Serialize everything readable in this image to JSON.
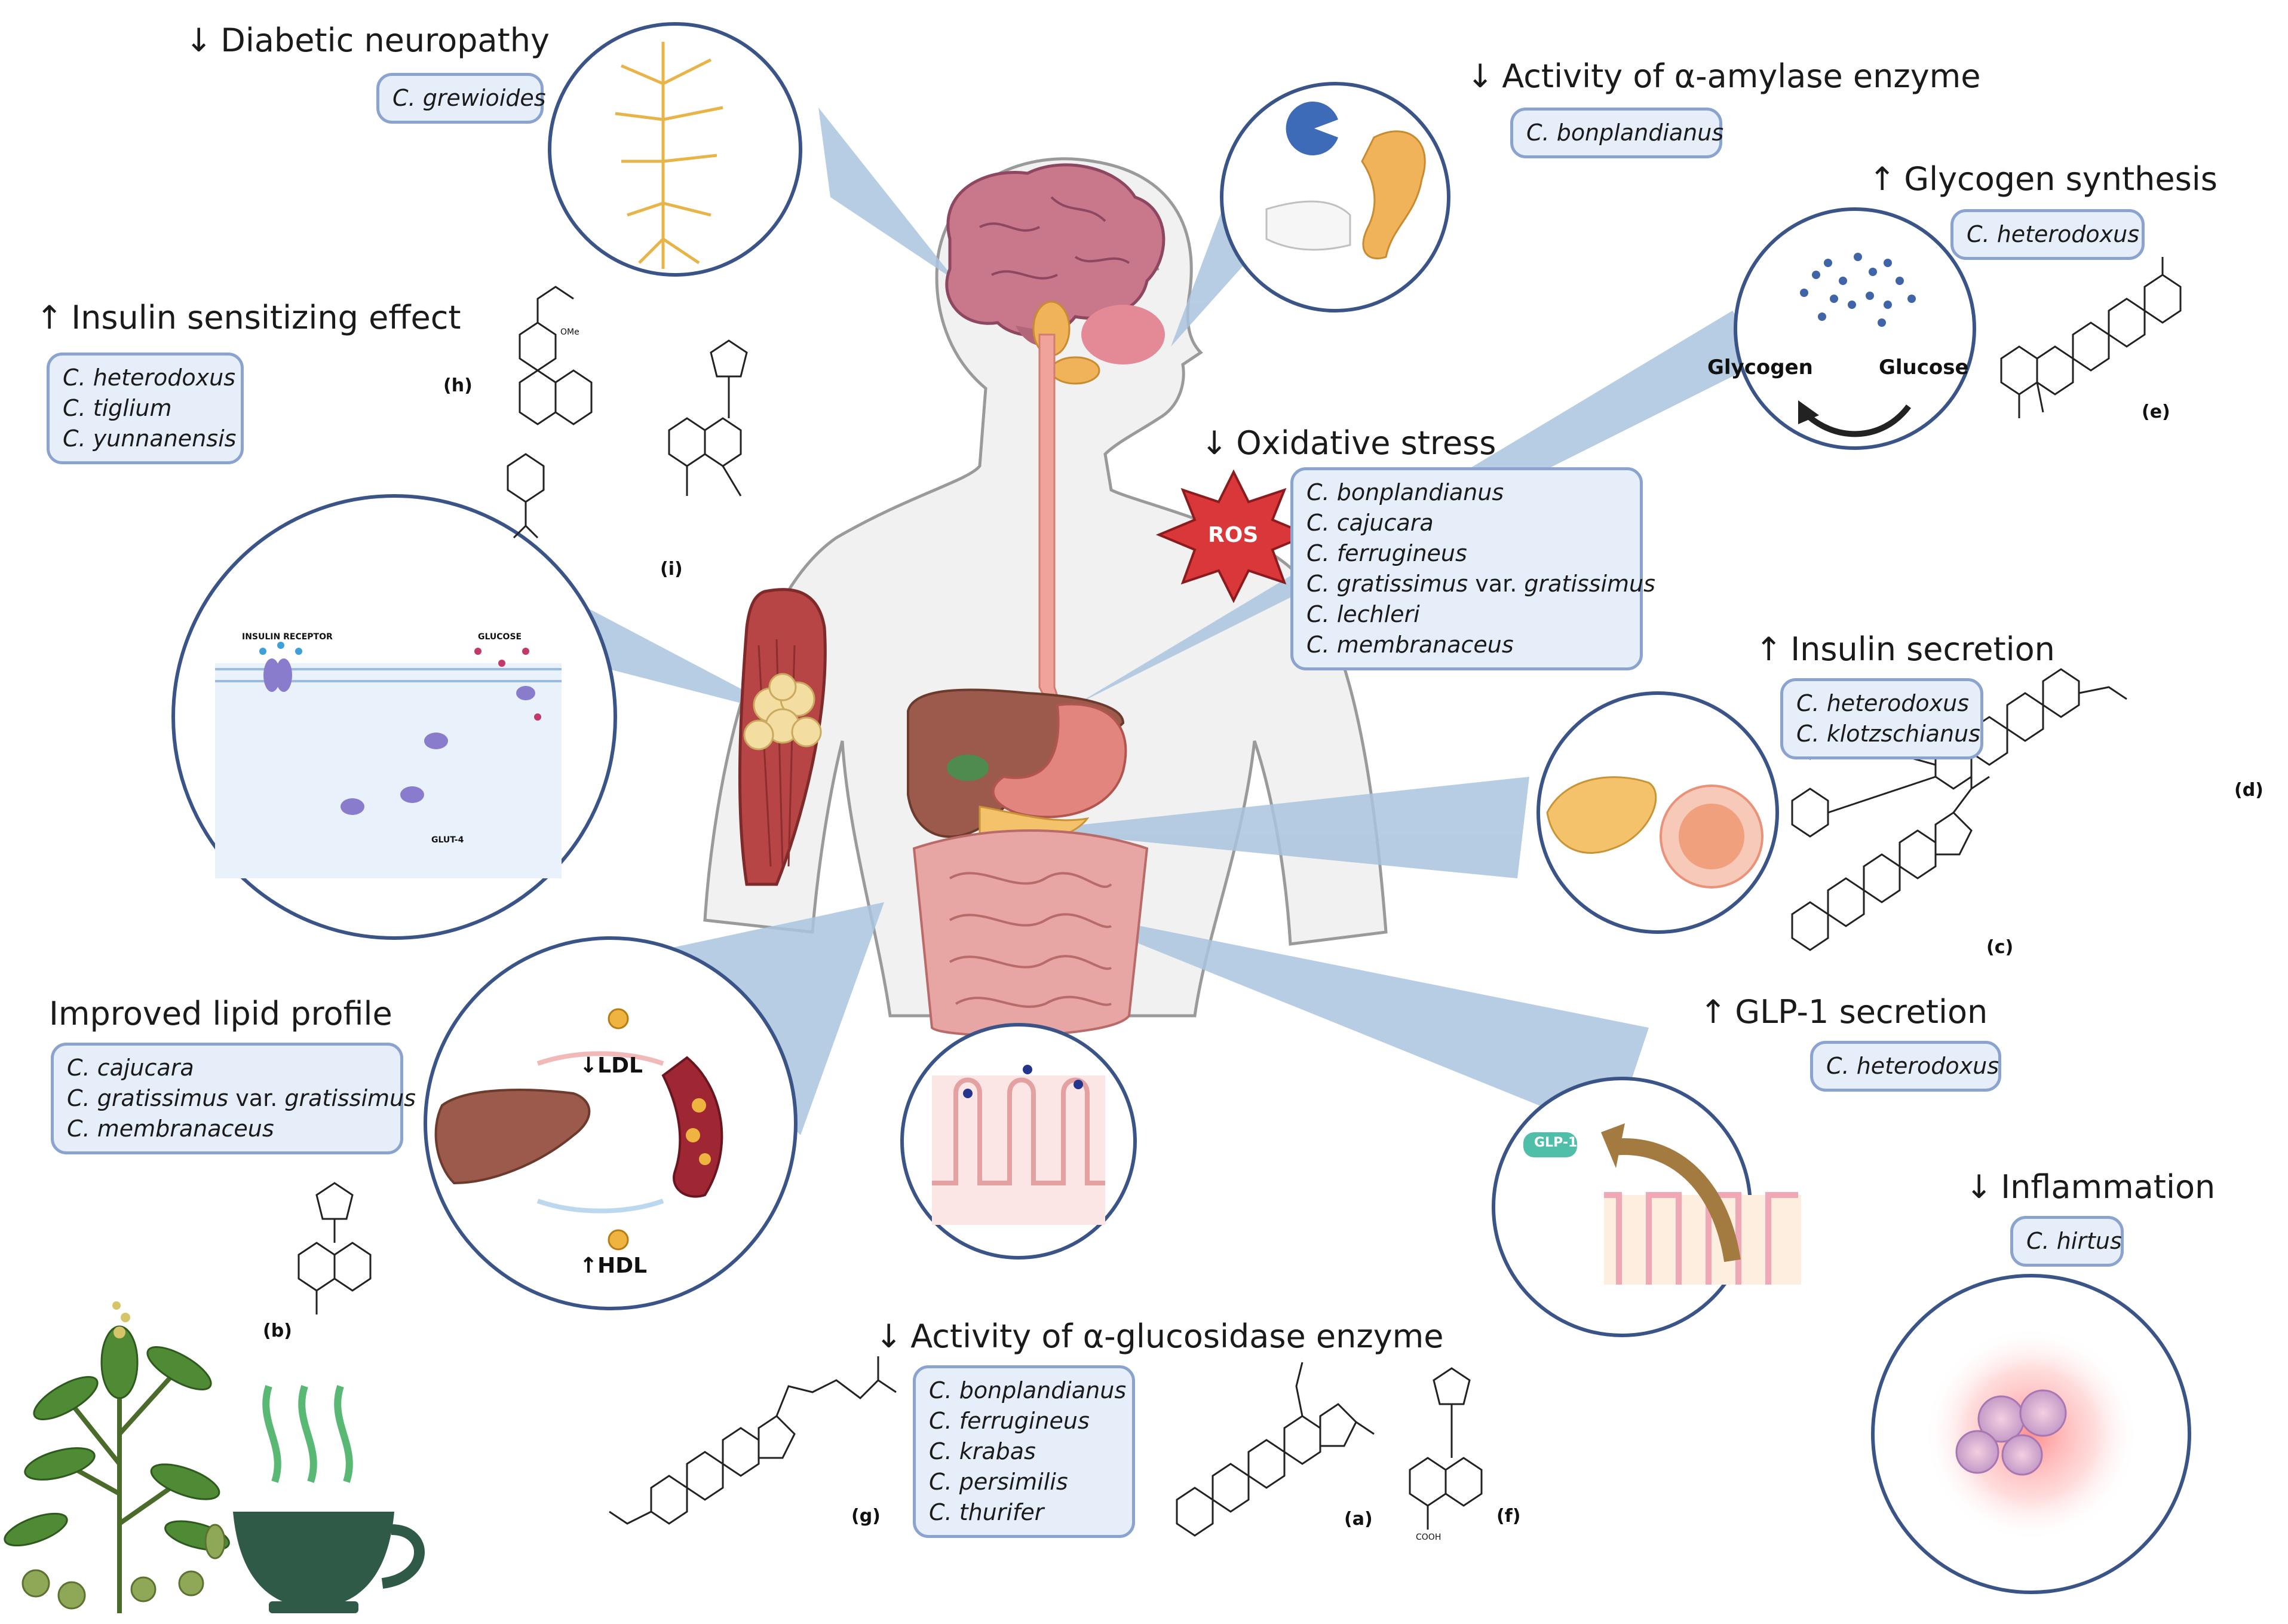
{
  "effects": {
    "diabetic_neuropathy": {
      "arrow": "↓",
      "label": "Diabetic neuropathy",
      "species": [
        "C. grewioides"
      ]
    },
    "alpha_amylase": {
      "arrow": "↓",
      "label": "Activity of α-amylase enzyme",
      "species": [
        "C. bonplandianus"
      ]
    },
    "glycogen_synthesis": {
      "arrow": "↑",
      "label": "Glycogen synthesis",
      "species": [
        "C. heterodoxus"
      ]
    },
    "insulin_sensitizing": {
      "arrow": "↑",
      "label": "Insulin sensitizing effect",
      "species": [
        "C. heterodoxus",
        "C. tiglium",
        "C. yunnanensis"
      ]
    },
    "oxidative_stress": {
      "arrow": "↓",
      "label": "Oxidative stress",
      "species": [
        "C. bonplandianus",
        "C. cajucara",
        "C. ferrugineus",
        "C. gratissimus",
        "C. lechleri",
        "C. membranaceus"
      ],
      "variety_suffix": {
        "sep": " var. ",
        "name": "gratissimus"
      }
    },
    "insulin_secretion": {
      "arrow": "↑",
      "label": "Insulin secretion",
      "species": [
        "C. heterodoxus",
        "C. klotzschianus"
      ]
    },
    "lipid_profile": {
      "arrow": "",
      "label": "Improved lipid profile",
      "species": [
        "C. cajucara",
        "C. gratissimus",
        "C. membranaceus"
      ],
      "variety_suffix": {
        "sep": " var. ",
        "name": "gratissimus"
      }
    },
    "glp1_secretion": {
      "arrow": "↑",
      "label": "GLP-1 secretion",
      "species": [
        "C. heterodoxus"
      ]
    },
    "inflammation": {
      "arrow": "↓",
      "label": "Inflammation",
      "species": [
        "C. hirtus"
      ]
    },
    "alpha_glucosidase": {
      "arrow": "↓",
      "label": "Activity of α-glucosidase enzyme",
      "species": [
        "C. bonplandianus",
        "C. ferrugineus",
        "C. krabas",
        "C. persimilis",
        "C. thurifer"
      ]
    }
  },
  "molecule_labels": {
    "a": "(a)",
    "b": "(b)",
    "c": "(c)",
    "d": "(d)",
    "e": "(e)",
    "f": "(f)",
    "g": "(g)",
    "h": "(h)",
    "i": "(i)"
  },
  "diagram_labels": {
    "ros": "ROS",
    "glycogen": "Glycogen",
    "glucose": "Glucose",
    "insulin_receptor": "INSULIN RECEPTOR",
    "glucose_small": "GLUCOSE",
    "glut4": "GLUT-4",
    "ldl": "LDL",
    "hdl": "HDL",
    "glp1": "GLP-1",
    "ome": "OMe",
    "cooh": "COOH"
  },
  "colors": {
    "box_fill": "#e6eefa",
    "box_border": "#8ba3cf",
    "circle_border": "#3b5488",
    "wedge": "#a9c4de",
    "ros": "#d9373a"
  }
}
